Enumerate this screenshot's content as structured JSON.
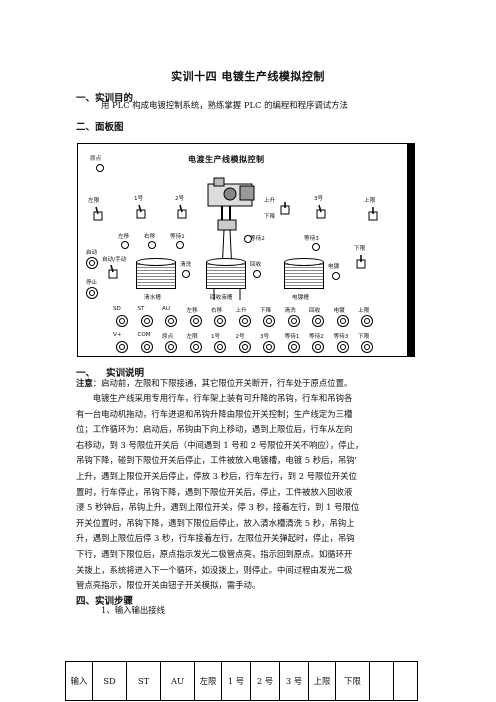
{
  "title": "实训十四  电镀生产线模拟控制",
  "sections": {
    "s1": "一、实训目的",
    "s1_text": "用 PLC 构成电镀控制系统，熟练掌握 PLC 的编程和程序调试方法",
    "s2": "二、面板图",
    "s3_num": "一、",
    "s3_label": "实训说明",
    "s4": "四、实训步骤",
    "s4_sub": "1、输入输出接线"
  },
  "notice": {
    "label": "注意",
    "line1": "：启动前，左限和下限接通，其它限位开关断开，行车处于原点位置。"
  },
  "para_lines": [
    "电镀生产线采用专用行车，行车架上装有可升降的吊钩，行车和吊钩各",
    "有一台电动机拖动，行车进退和吊钩升降由限位开关控制；生产线定为三槽",
    "位；工作循环为：启动后，吊钩由下向上移动，遇到上限位后，行车从左向",
    "右移动，到 3 号限位开关后（中间遇到 1 号和 2 号限位开关不响应），停止，",
    "吊钩下降，碰到下限位开关后停止，工件被放入电镀槽，电镀 5 秒后，吊钩'",
    "上升，遇到上限位开关后停止，停放 3 秒后，行车左行，到 2 号限位开关位",
    "置时，行车停止，吊钩下降，遇到下限位开关后，停止，工件被放入回收液",
    "浸 5 秒钟后，吊钩上升，遇到上限位开关，停 3 秒，接着左行，到 1 号限位",
    "开关位置时，吊钩下降，遇到下限位后停止，放入清水槽清洗 5 秒，吊钩上",
    "升，遇到上限位后停 3 秒，行车接着左行，左限位开关弹起时，停止，吊钩",
    "下行，遇到下限位后，原点指示发光二极管点亮，指示回到原点。如循环开",
    "关拨上，系统将进入下一个循环，如没拨上，则停止。中间过程由发光二极",
    "管点亮指示，限位开关由钮子开关模拟，需手动。"
  ],
  "panel": {
    "title": "电渡生产线模拟控制",
    "origin": "原点",
    "left_limit": "左限",
    "no1": "1号",
    "no2": "2号",
    "up_label": "上升",
    "down_label": "下降",
    "no3": "3号",
    "upper_limit": "上限",
    "move_left": "左移",
    "move_right": "右移",
    "wait1": "等待1",
    "wait2": "等待2",
    "wait3": "等待3",
    "lower_limit": "下限",
    "start": "启动",
    "stop": "停止",
    "auto_manual": "自动/手动",
    "wash": "清洗",
    "recover": "回收",
    "plating": "电镀",
    "tank1": "清水槽",
    "tank2": "回收液槽",
    "tank3": "电镀槽",
    "row1": [
      "SD",
      "ST",
      "AU",
      "左移",
      "右移",
      "上升",
      "下降",
      "清洗",
      "回收",
      "电镀",
      "上限"
    ],
    "row2": [
      "V+",
      "COM",
      "原点",
      "左限",
      "1号",
      "2号",
      "3号",
      "等待1",
      "等待2",
      "等待3",
      "下限"
    ]
  },
  "table": {
    "header": "输入",
    "cells": [
      "SD",
      "ST",
      "AU",
      "左限",
      "1 号",
      "2 号",
      "3 号",
      "上限",
      "下限",
      "",
      ""
    ]
  }
}
